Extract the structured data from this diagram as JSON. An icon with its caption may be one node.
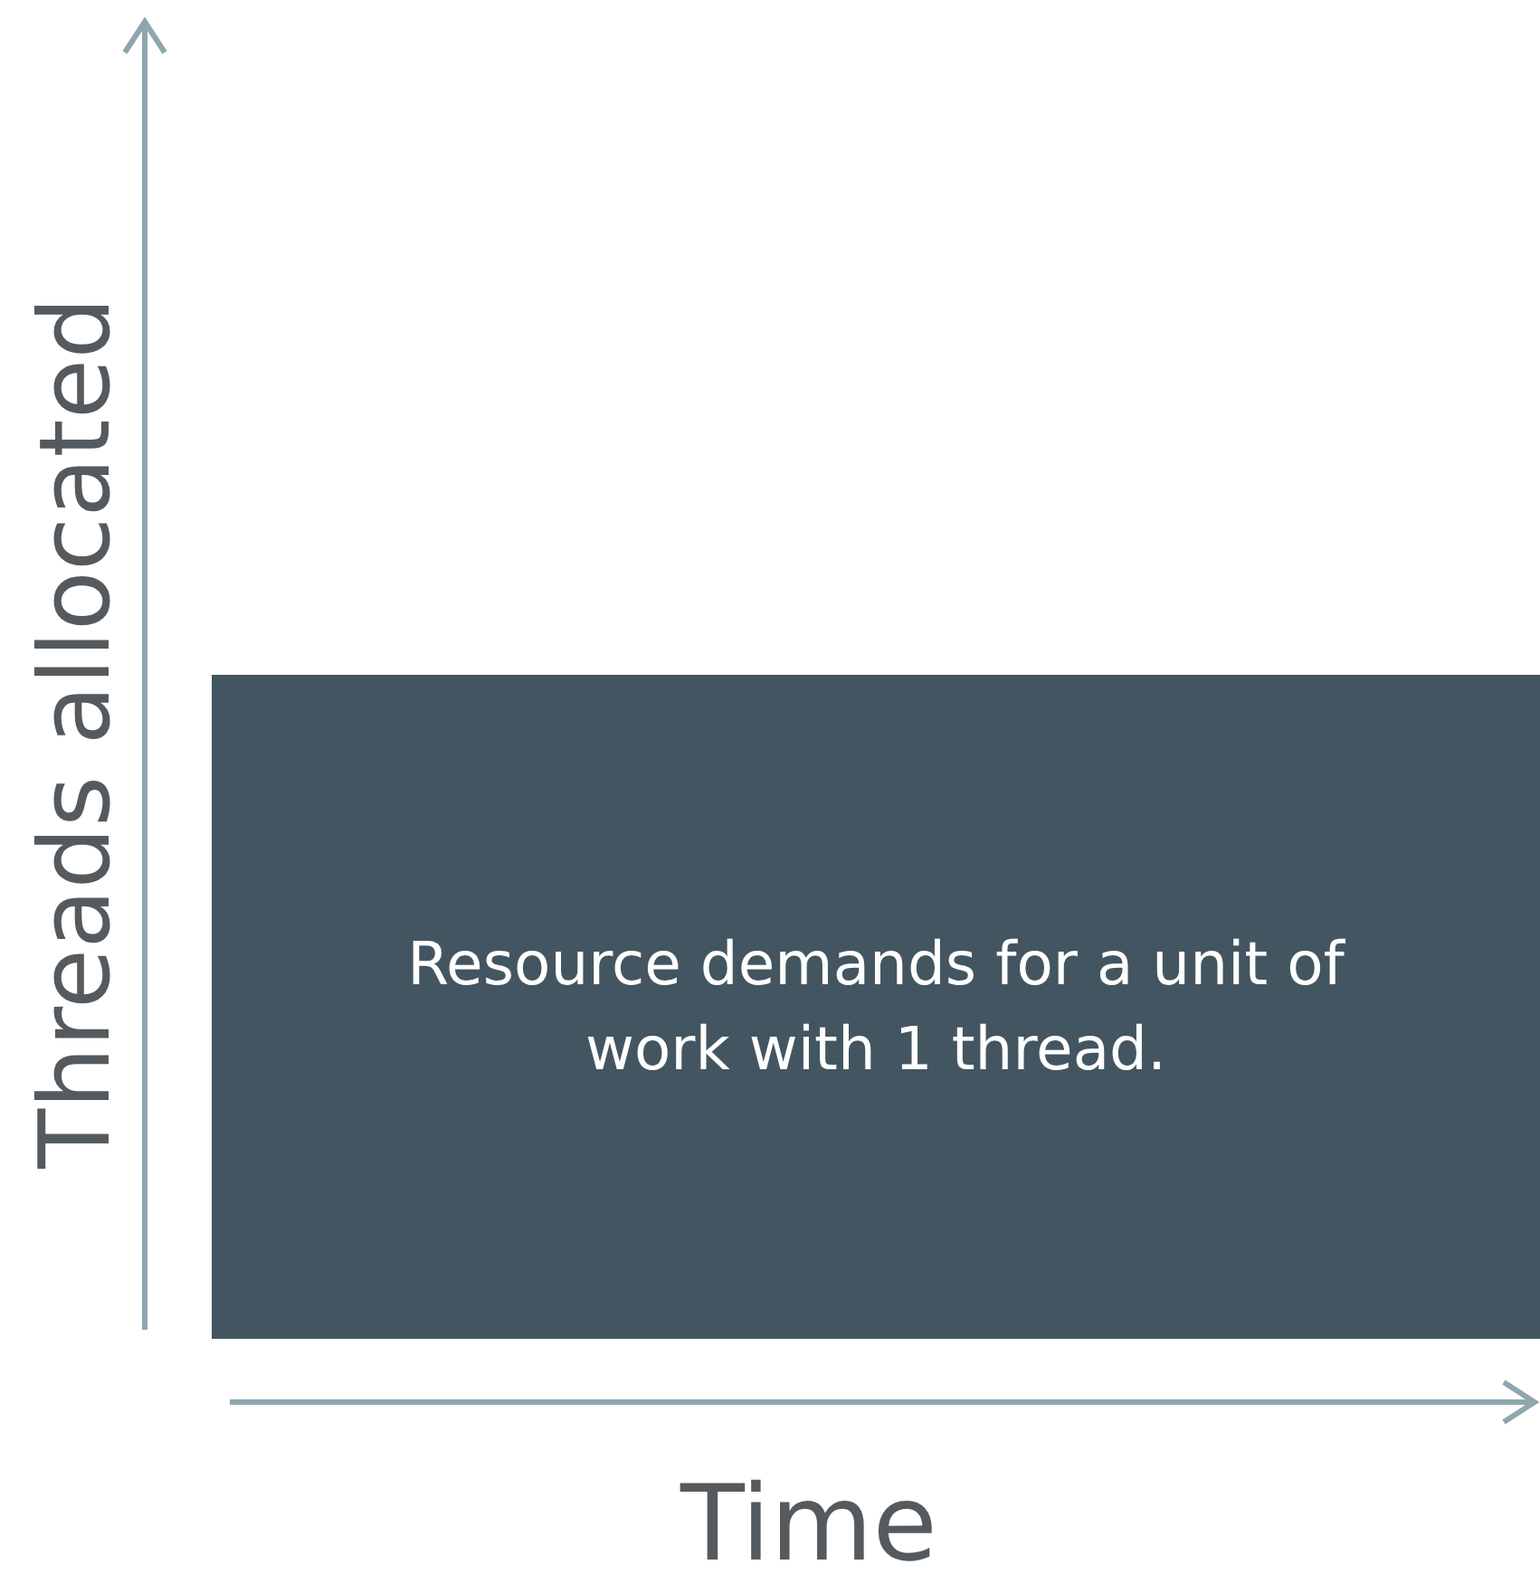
{
  "diagram": {
    "nodes": [
      {
        "text": [
          "Resource demands for a unit of work with 1 thread."
        ]
      }
    ],
    "labels": [
      "Threads allocated",
      "Time"
    ]
  }
}
